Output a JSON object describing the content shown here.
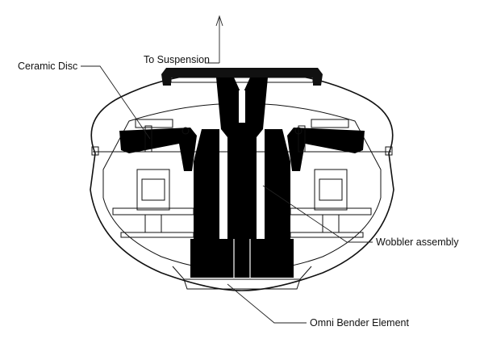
{
  "labels": {
    "to_suspension": "To Suspension",
    "ceramic_disc": "Ceramic Disc",
    "wobbler_assembly": "Wobbler assembly",
    "omni_bender_element": "Omni Bender Element"
  },
  "colors": {
    "ink": "#111111",
    "solid_part": "#000000",
    "background": "#ffffff"
  }
}
